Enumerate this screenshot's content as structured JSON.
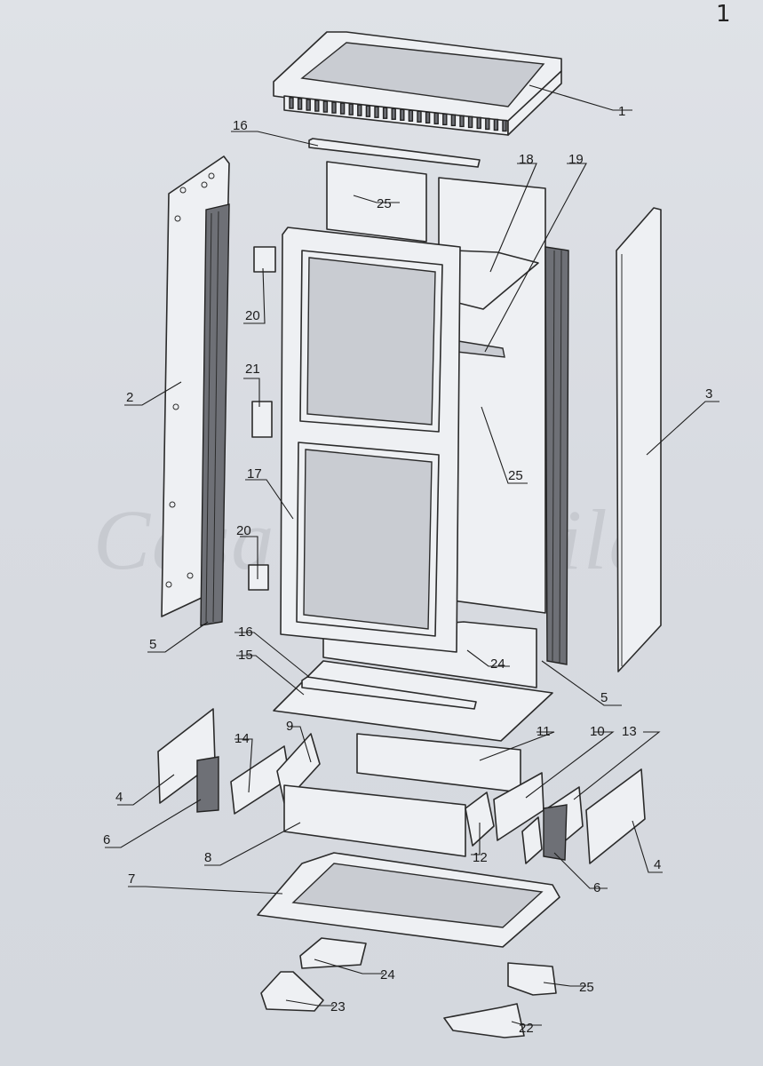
{
  "page_number": "1",
  "watermark": "Casa de mobila",
  "labels": [
    {
      "id": "l1",
      "text": "1"
    },
    {
      "id": "l2",
      "text": "2"
    },
    {
      "id": "l3",
      "text": "3"
    },
    {
      "id": "l4a",
      "text": "4"
    },
    {
      "id": "l4b",
      "text": "4"
    },
    {
      "id": "l5a",
      "text": "5"
    },
    {
      "id": "l5b",
      "text": "5"
    },
    {
      "id": "l6a",
      "text": "6"
    },
    {
      "id": "l6b",
      "text": "6"
    },
    {
      "id": "l7",
      "text": "7"
    },
    {
      "id": "l8",
      "text": "8"
    },
    {
      "id": "l9",
      "text": "9"
    },
    {
      "id": "l10",
      "text": "10"
    },
    {
      "id": "l11",
      "text": "11"
    },
    {
      "id": "l12",
      "text": "12"
    },
    {
      "id": "l13",
      "text": "13"
    },
    {
      "id": "l14",
      "text": "14"
    },
    {
      "id": "l15",
      "text": "15"
    },
    {
      "id": "l16a",
      "text": "16"
    },
    {
      "id": "l16b",
      "text": "16"
    },
    {
      "id": "l17",
      "text": "17"
    },
    {
      "id": "l18",
      "text": "18"
    },
    {
      "id": "l19",
      "text": "19"
    },
    {
      "id": "l20a",
      "text": "20"
    },
    {
      "id": "l20b",
      "text": "20"
    },
    {
      "id": "l21",
      "text": "21"
    },
    {
      "id": "l22",
      "text": "22"
    },
    {
      "id": "l23",
      "text": "23"
    },
    {
      "id": "l24a",
      "text": "24"
    },
    {
      "id": "l24b",
      "text": "24"
    },
    {
      "id": "l25a",
      "text": "25"
    },
    {
      "id": "l25b",
      "text": "25"
    },
    {
      "id": "l25c",
      "text": "25"
    }
  ]
}
